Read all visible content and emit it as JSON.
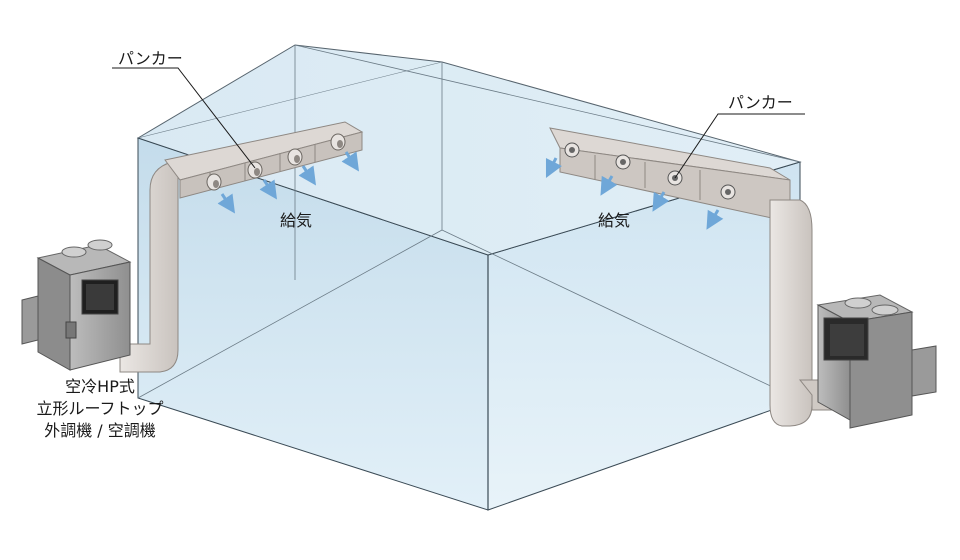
{
  "labels": {
    "punkah_left": "パンカー",
    "punkah_right": "パンカー",
    "supply_left": "給気",
    "supply_right": "給気"
  },
  "unit_caption": {
    "line1": "空冷HP式",
    "line2": "立形ルーフトップ",
    "line3": "外調機 / 空調機"
  },
  "colors": {
    "room_fill": "#cfe6f2",
    "room_edge": "#3a4a55",
    "duct": "#d9d4d0",
    "duct_dark": "#9e9893",
    "unit_body": "#a8a8a8",
    "arrow": "#6fa7d8"
  }
}
